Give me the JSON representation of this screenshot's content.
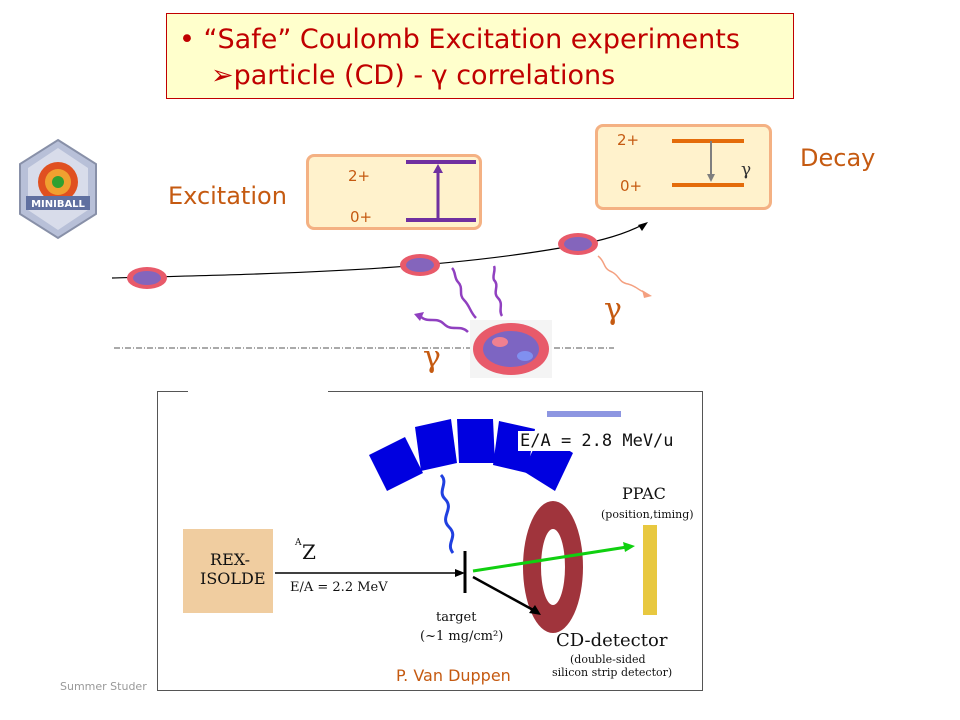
{
  "title": {
    "bullet": "•",
    "line1": "“Safe” Coulomb Excitation experiments",
    "arrow": "➢",
    "line2": "particle (CD) - γ correlations"
  },
  "excitation": {
    "label": "Excitation",
    "upper_level": "2+",
    "lower_level": "0+"
  },
  "decay": {
    "label": "Decay",
    "upper_level": "2+",
    "lower_level": "0+",
    "gamma": "γ"
  },
  "gamma_symbols": [
    "γ",
    "γ"
  ],
  "setup": {
    "energy_label": "E/A = 2.8 MeV/u",
    "source": "REX-\nISOLDE",
    "source_line1": "REX-",
    "source_line2": "ISOLDE",
    "beam_label": "E/A = 2.2 MeV",
    "beam_z": "Z",
    "beam_a": "A",
    "ppac_title": "PPAC",
    "ppac_sub": "(position,timing)",
    "target_title": "target",
    "target_sub": "(~1 mg/cm²)",
    "cd_title": "CD-detector",
    "cd_sub1": "(double-sided",
    "cd_sub2": "silicon strip detector)",
    "credit": "P. Van Duppen"
  },
  "footer": "Summer Studer",
  "colors": {
    "title_text": "#c00000",
    "title_bg": "#ffffcc",
    "label_orange": "#c55a11",
    "excitation_line": "#7030a0",
    "decay_line": "#e46c0a",
    "detector_blue": "#0000e0",
    "cd_ring": "#a0343c",
    "ppac": "#e8c840",
    "rex_box": "#f0cda0"
  },
  "icons": [
    "miniball-logo",
    "nucleus-icon",
    "gamma-wave-icon"
  ]
}
